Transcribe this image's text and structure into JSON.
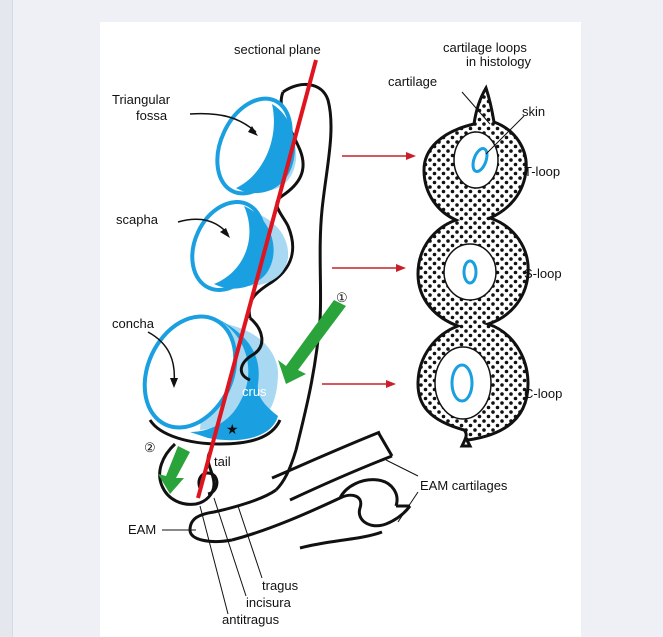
{
  "diagram": {
    "labels": {
      "sectional_plane": "sectional plane",
      "cartilage_loops_line1": "cartilage loops",
      "cartilage_loops_line2": "in histology",
      "cartilage": "cartilage",
      "skin": "skin",
      "triangular_line1": "Triangular",
      "triangular_line2": "fossa",
      "scapha": "scapha",
      "concha": "concha",
      "crus": "crus",
      "tail": "tail",
      "t_loop": "T-loop",
      "s_loop": "S-loop",
      "c_loop": "C-loop",
      "eam_cartilages": "EAM cartilages",
      "eam": "EAM",
      "tragus": "tragus",
      "incisura": "incisura",
      "antitragus": "antitragus",
      "marker_1": "①",
      "marker_2": "②",
      "star": "★"
    },
    "colors": {
      "cartilage_blue": "#1a9fe0",
      "cartilage_light": "#a8d8f2",
      "arrow_green": "#2aa33a",
      "arrow_red": "#c8202a",
      "sectional_line": "#e0141e",
      "outline": "#111111"
    }
  }
}
